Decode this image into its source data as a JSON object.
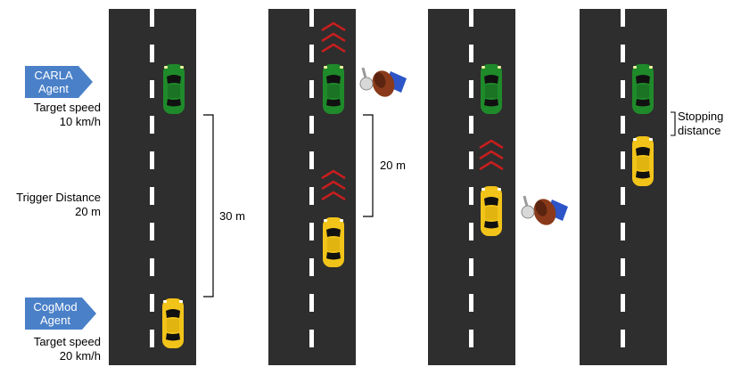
{
  "colors": {
    "road": "#2e2e2e",
    "lane_marking": "#ffffff",
    "agent_tag": "#4a80c8",
    "carla_car": "#1f8a2a",
    "cogmod_car": "#f2c419",
    "chevron": "#c81e1e"
  },
  "icons": [
    "green-car-icon",
    "yellow-car-icon",
    "red-chevron-icon",
    "pedestrian-icon",
    "bracket-icon"
  ],
  "carla_agent": {
    "tag": "CARLA\nAgent",
    "speed_label": "Target speed\n10 km/h"
  },
  "trigger": {
    "label": "Trigger Distance\n20 m"
  },
  "cogmod_agent": {
    "tag": "CogMod\nAgent",
    "speed_label": "Target speed\n20 km/h"
  },
  "distances": {
    "gap_1": "30 m",
    "gap_2": "20 m",
    "stopping": "Stopping\ndistance"
  }
}
